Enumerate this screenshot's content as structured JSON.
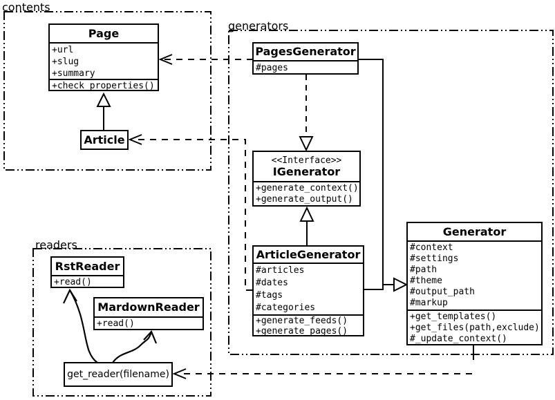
{
  "diagram": {
    "type": "uml-class-diagram",
    "colors": {
      "line": "#000000",
      "background": "#ffffff",
      "box_fill": "#ffffff"
    }
  },
  "packages": {
    "contents": {
      "label": "contents"
    },
    "generators": {
      "label": "generators"
    },
    "readers": {
      "label": "readers"
    }
  },
  "classes": {
    "page": {
      "name": "Page",
      "attributes": [
        "+url",
        "+slug",
        "+summary"
      ],
      "methods": [
        "+check_properties()"
      ]
    },
    "article": {
      "name": "Article"
    },
    "pages_generator": {
      "name": "PagesGenerator",
      "attributes": [
        "#pages"
      ]
    },
    "igenerator": {
      "stereotype": "<<Interface>>",
      "name": "IGenerator",
      "methods": [
        "+generate_context()",
        "+generate_output()"
      ]
    },
    "article_generator": {
      "name": "ArticleGenerator",
      "attributes": [
        "#articles",
        "#dates",
        "#tags",
        "#categories"
      ],
      "methods": [
        "+generate_feeds()",
        "+generate_pages()"
      ]
    },
    "generator": {
      "name": "Generator",
      "attributes": [
        "#context",
        "#settings",
        "#path",
        "#theme",
        "#output_path",
        "#markup"
      ],
      "methods": [
        "+get_templates()",
        "+get_files(path,exclude)",
        "#_update_context()"
      ]
    },
    "rst_reader": {
      "name": "RstReader",
      "methods": [
        "+read()"
      ]
    },
    "mardown_reader": {
      "name": "MardownReader",
      "methods": [
        "+read()"
      ]
    },
    "get_reader": {
      "label": "get_reader(filename)"
    }
  },
  "relationships": [
    {
      "from": "Article",
      "to": "Page",
      "type": "inheritance"
    },
    {
      "from": "PagesGenerator",
      "to": "IGenerator",
      "type": "realization"
    },
    {
      "from": "ArticleGenerator",
      "to": "IGenerator",
      "type": "inheritance"
    },
    {
      "from": "PagesGenerator",
      "to": "Generator",
      "type": "inheritance"
    },
    {
      "from": "ArticleGenerator",
      "to": "Generator",
      "type": "inheritance"
    },
    {
      "from": "PagesGenerator",
      "to": "Page",
      "type": "dependency"
    },
    {
      "from": "ArticleGenerator",
      "to": "Article",
      "type": "dependency"
    },
    {
      "from": "Generator",
      "to": "get_reader(filename)",
      "type": "dependency"
    },
    {
      "from": "get_reader(filename)",
      "to": "RstReader",
      "type": "arrow"
    },
    {
      "from": "get_reader(filename)",
      "to": "MardownReader",
      "type": "arrow"
    }
  ]
}
